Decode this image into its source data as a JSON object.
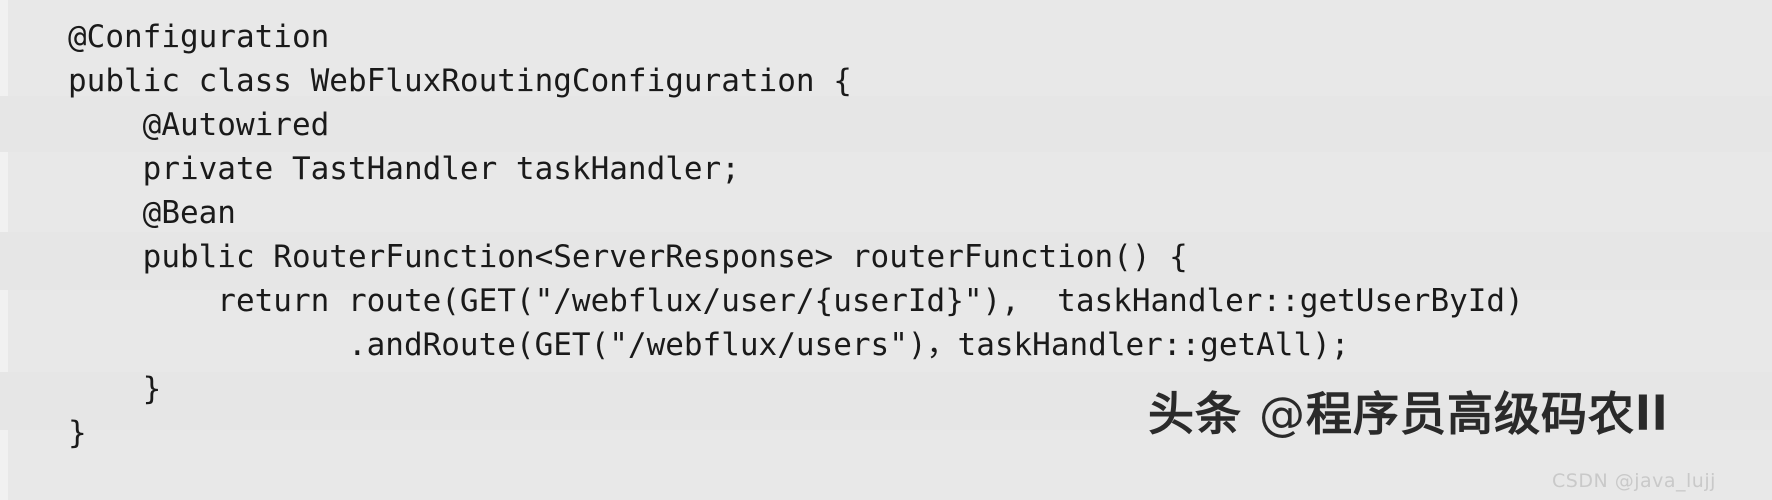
{
  "page": {
    "background_color": "#e8e8e8",
    "text_color": "#1a1a1a",
    "kind": "code-snippet-image",
    "language": "java"
  },
  "code": {
    "lines": [
      "@Configuration",
      "public class WebFluxRoutingConfiguration {",
      "    @Autowired",
      "    private TastHandler taskHandler;",
      "    @Bean",
      "    public RouterFunction<ServerResponse> routerFunction() {",
      "        return route(GET(\"/webflux/user/{userId}\"),  taskHandler::getUserById)",
      "               .andRoute(GET(\"/webflux/users\")，taskHandler::getAll);",
      "    }",
      "}"
    ]
  },
  "watermarks": {
    "primary": {
      "prefix": "头条 ",
      "at": "@",
      "handle": "程序员高级码农ll",
      "color": "#1c1c1c"
    },
    "secondary": {
      "text": "CSDN @java_lujj",
      "color": "#c9c9c9"
    }
  }
}
